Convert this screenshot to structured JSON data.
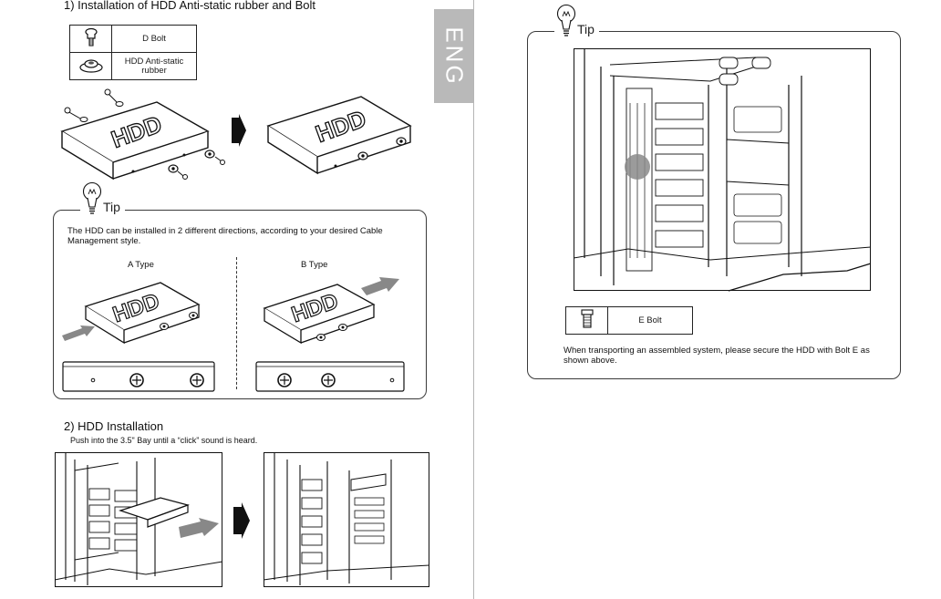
{
  "left_page": {
    "section1": {
      "title": "1) Installation of HDD Anti-static rubber and Bolt",
      "legend": [
        {
          "icon": "d-bolt-icon",
          "label": "D Bolt"
        },
        {
          "icon": "anti-static-rubber-icon",
          "label": "HDD Anti-static rubber"
        }
      ],
      "drive_label": "HDD"
    },
    "eng_tab": "ENG",
    "tip": {
      "label": "Tip",
      "text": "The HDD can be installed in 2 different directions, according to your desired Cable Management style.",
      "type_a": "A Type",
      "type_b": "B  Type",
      "drive_label": "HDD"
    },
    "section2": {
      "title": "2) HDD Installation",
      "subtitle": "Push into the 3.5\" Bay until a “click” sound is heard."
    }
  },
  "right_page": {
    "tip": {
      "label": "Tip",
      "legend": [
        {
          "icon": "e-bolt-icon",
          "label": "E Bolt"
        }
      ],
      "text": "When transporting an assembled system, please secure the HDD with Bolt E as shown above."
    }
  },
  "colors": {
    "eng_tab": "#b9b9b9",
    "line": "#222222",
    "highlight": "#8a8a8a"
  }
}
